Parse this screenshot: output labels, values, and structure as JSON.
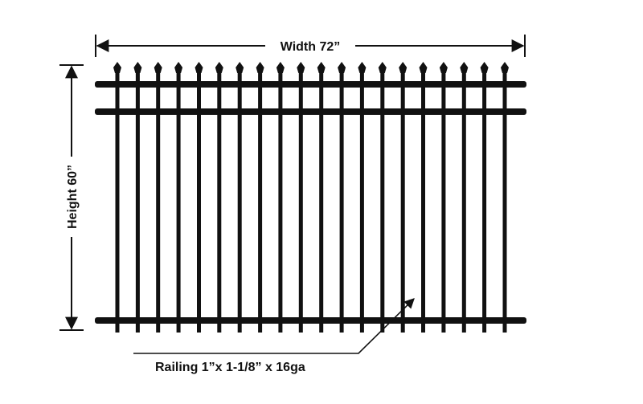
{
  "diagram": {
    "width_label": "Width 72”",
    "height_label": "Height 60”",
    "railing_label": "Railing  1”x 1-1/8” x 16ga",
    "fence": {
      "picket_count": 20,
      "rail_count": 3
    },
    "colors": {
      "fence": "#111111",
      "lines": "#111111",
      "background": "#ffffff"
    }
  }
}
